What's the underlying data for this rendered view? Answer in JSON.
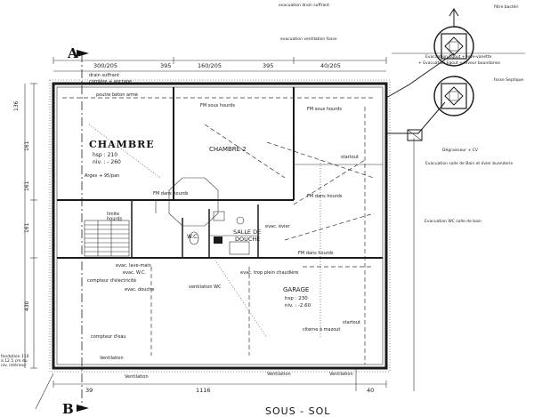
{
  "section_marks": {
    "a": "A",
    "b": "B"
  },
  "top_dimensions": [
    "300/205",
    "395",
    "160/205",
    "395",
    "40/205"
  ],
  "bottom_dimensions": [
    "39",
    "1116",
    "40"
  ],
  "left_dimensions": [
    "136",
    "161",
    "161",
    "161",
    "430"
  ],
  "rooms": {
    "chambre": {
      "name": "CHAMBRE",
      "hsp": "hsp : 210",
      "niv": "niv. : - 260"
    },
    "chambre2": {
      "name": "CHAMBRE 2"
    },
    "salle_douche": {
      "line1": "SALLE DE",
      "line2": "DOUCHE"
    },
    "wc": {
      "name": "W.C."
    },
    "garage": {
      "name": "GARAGE",
      "hsp": "hsp : 230",
      "niv": "niv. : -2.60"
    }
  },
  "annotations": {
    "drain": "drain suffrant",
    "corniere": "cornière + ancrage",
    "poutre": "poutre béton armé",
    "fm1": "FM sous hourds",
    "fm2": "FM sous hourds",
    "fm_dans": "FM dans hourds",
    "fm_dans2": "FM dans hourds",
    "fm_dans3": "FM dans hourds",
    "argex": "Argex + 95/pan",
    "limite": "limite\nhourds",
    "evac_lave": "evac. lave-main",
    "evac_wc": "evac. W.C.",
    "compteur_elec": "compteur d'électricité",
    "evac_douche": "evac. douche",
    "ventilation_wc": "ventilation WC",
    "evac_trop_plein": "evac. trop plein chaudière",
    "evac_evier": "evac. évier",
    "startout1": "startout",
    "startout2": "startout",
    "citerne": "citerne à mazout",
    "compteur_eau": "compteur d'eau",
    "ventilation1": "Ventilation",
    "ventilation2": "Ventilation",
    "ventilation3": "Ventilation",
    "ventilation4": "Ventilation",
    "evac_drain_top": "evacuation drain suffrant",
    "evac_vent_fosse": "evacuation ventilation fosse",
    "evac_egout": "Evacuation Egout + leve-vanette",
    "evac_egout2": "+ Evacuation Egout + leveur boundaries",
    "fosse_septique": "fosse Septique",
    "filtre": "filtre bactéri",
    "degraisseur": "Dégraisseur + CV",
    "evac_salle_bain": "Evacuation salle de Bain et évier buanderie",
    "evac_wc_salle": "Evacuation WC salle de bain",
    "fondation": "fondation 110\nà 12.5 cm du\nniv. intérieur",
    "sous_sol": "SOUS - SOL"
  }
}
